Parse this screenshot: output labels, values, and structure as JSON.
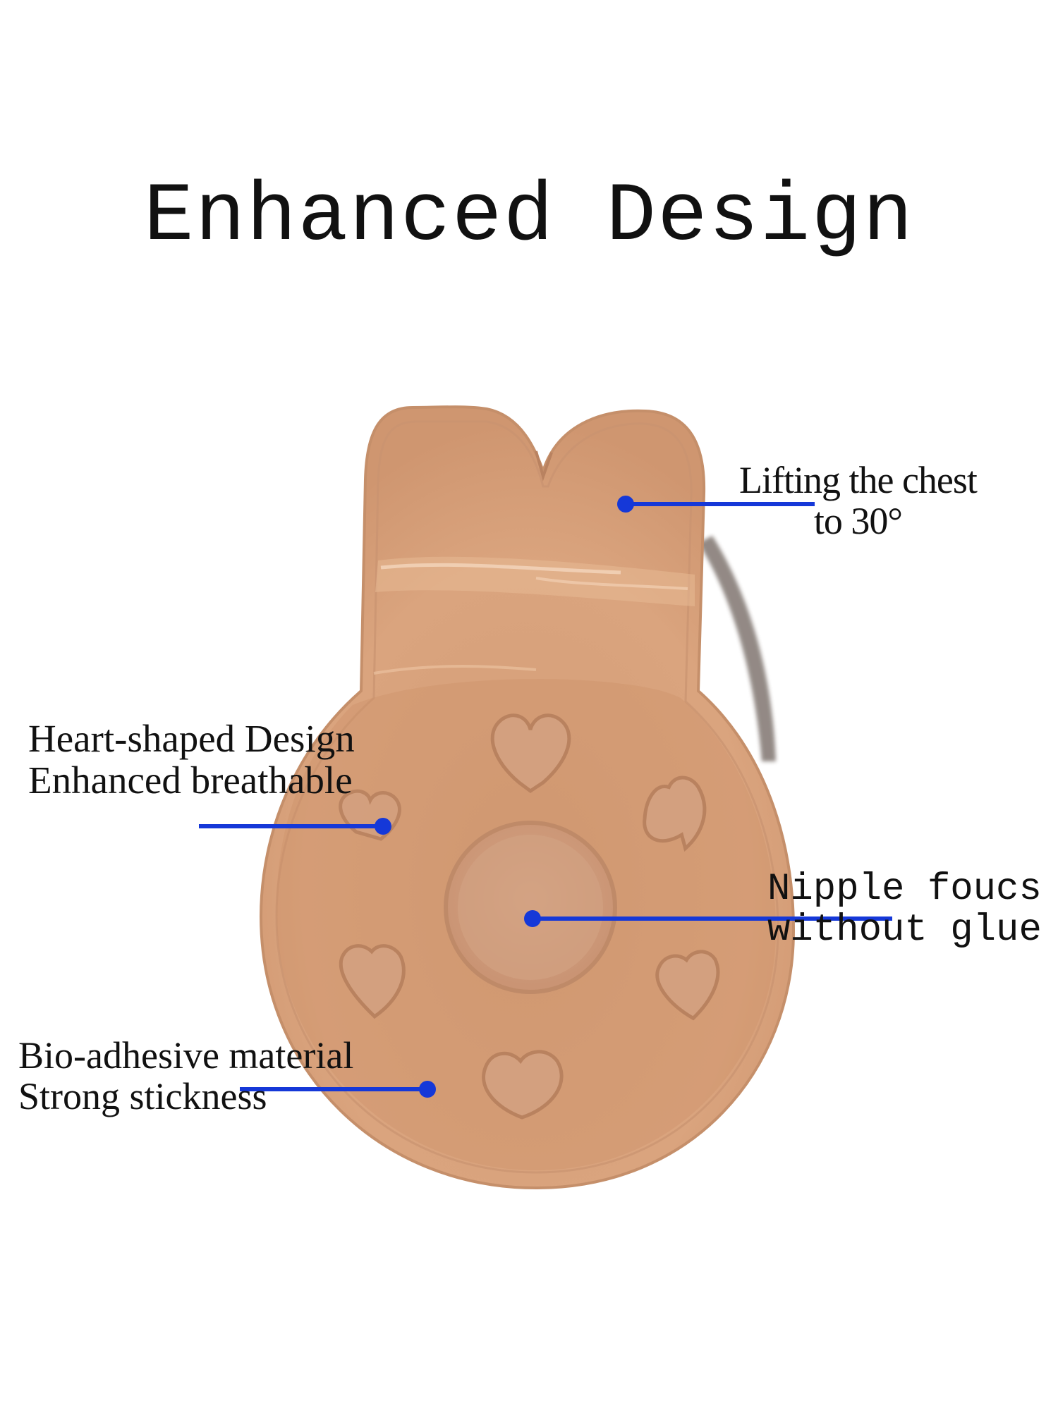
{
  "title": "Enhanced Design",
  "colors": {
    "callout_blue": "#1538d8",
    "pad_skin": "#d9a27b",
    "background": "#ffffff"
  },
  "labels": {
    "lifting": {
      "line1": "Lifting the chest",
      "line2": "to 30°"
    },
    "heart": {
      "line1": "Heart-shaped Design",
      "line2": "Enhanced breathable"
    },
    "nipple": {
      "line1": "Nipple foucs",
      "line2": "without glue"
    },
    "bio": {
      "line1": "Bio-adhesive material",
      "line2": "Strong stickness"
    }
  }
}
